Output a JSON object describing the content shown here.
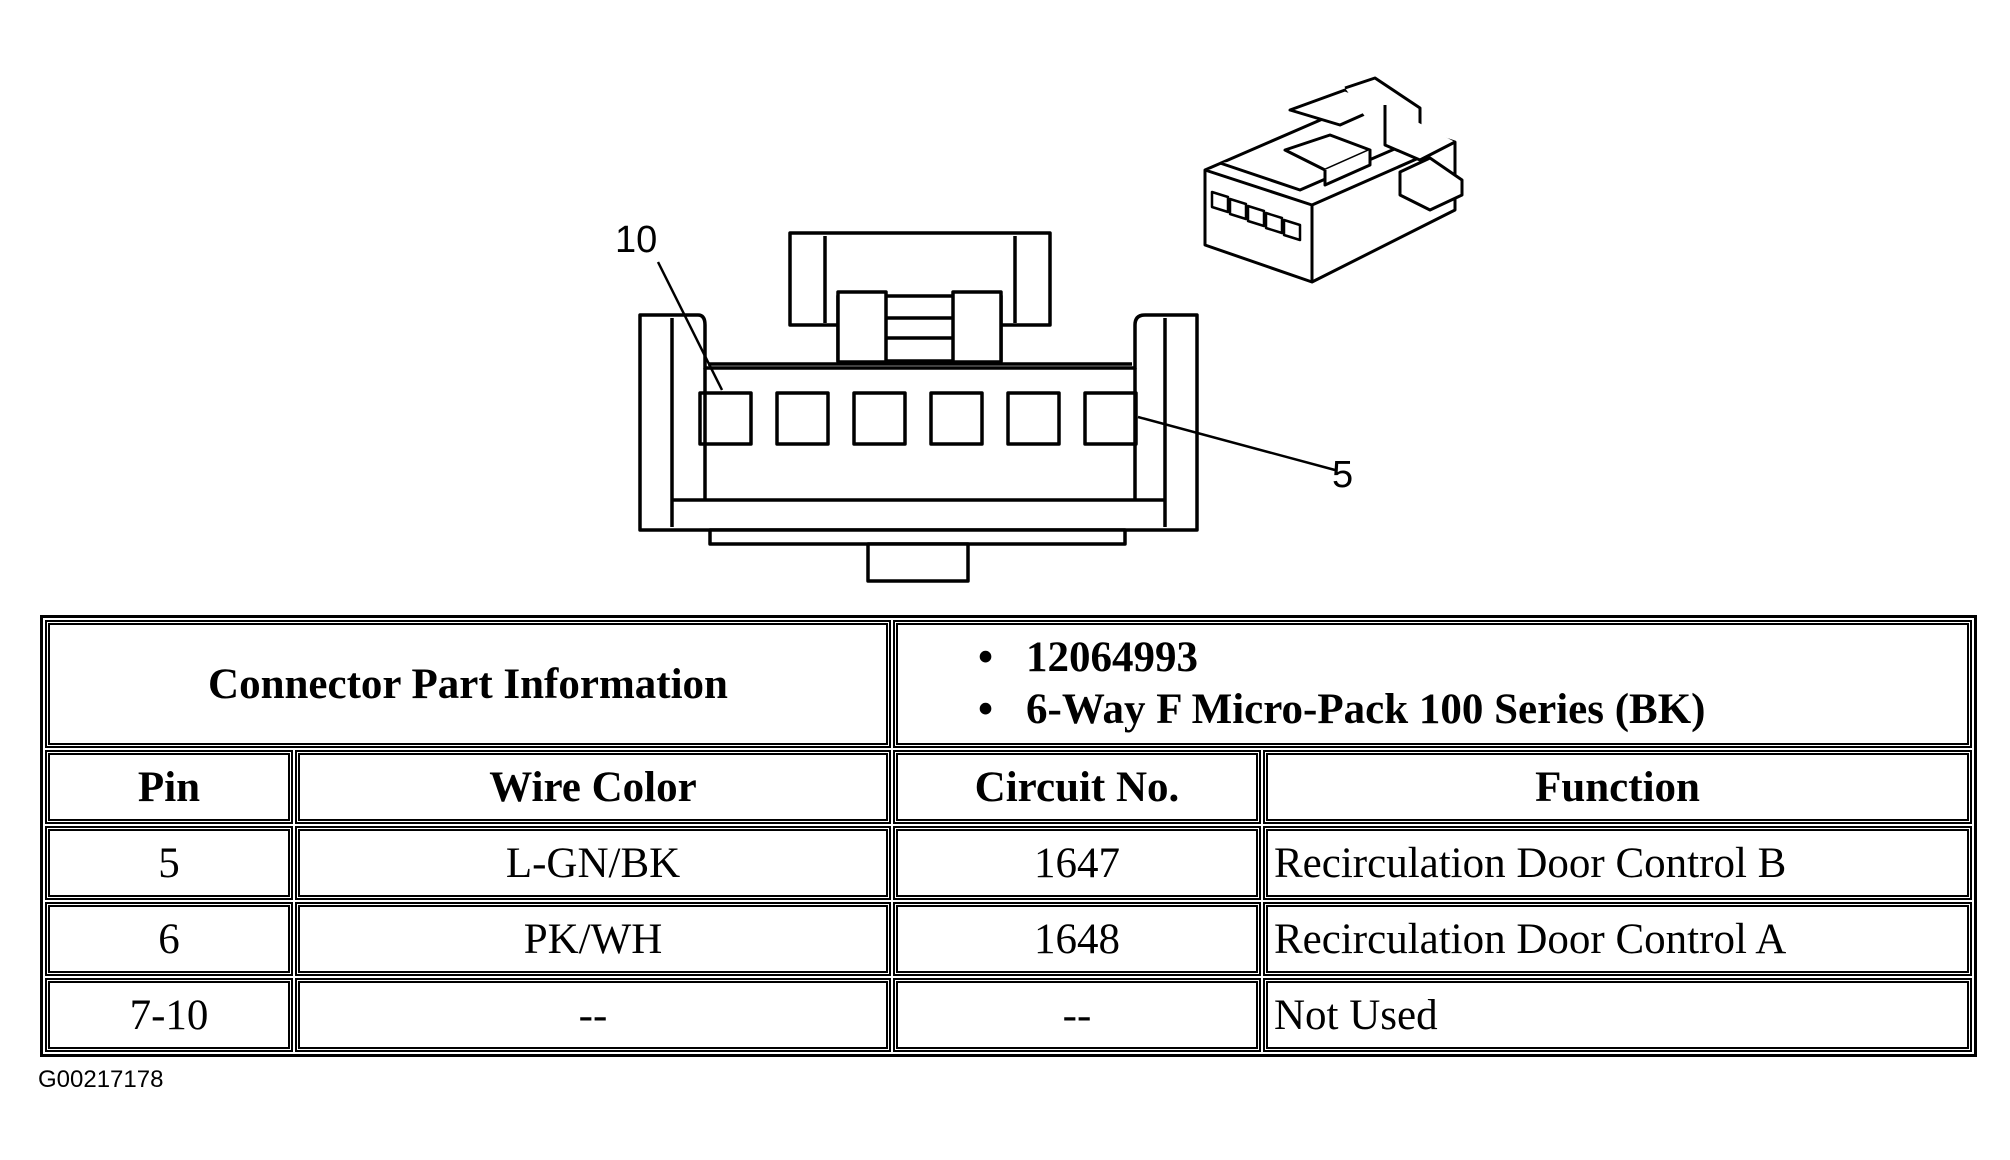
{
  "diagram": {
    "callouts": {
      "pin_left": "10",
      "pin_right": "5"
    }
  },
  "table": {
    "part_info_label": "Connector Part Information",
    "part_info_lines": [
      "12064993",
      "6-Way F Micro-Pack 100 Series (BK)"
    ],
    "columns": {
      "pin": "Pin",
      "wire_color": "Wire Color",
      "circuit": "Circuit No.",
      "function": "Function"
    },
    "rows": [
      {
        "pin": "5",
        "wire_color": "L-GN/BK",
        "circuit": "1647",
        "function": "Recirculation Door Control B"
      },
      {
        "pin": "6",
        "wire_color": "PK/WH",
        "circuit": "1648",
        "function": "Recirculation Door Control A"
      },
      {
        "pin": "7-10",
        "wire_color": "--",
        "circuit": "--",
        "function": "Not Used"
      }
    ]
  },
  "footer": {
    "figure_code": "G00217178"
  }
}
